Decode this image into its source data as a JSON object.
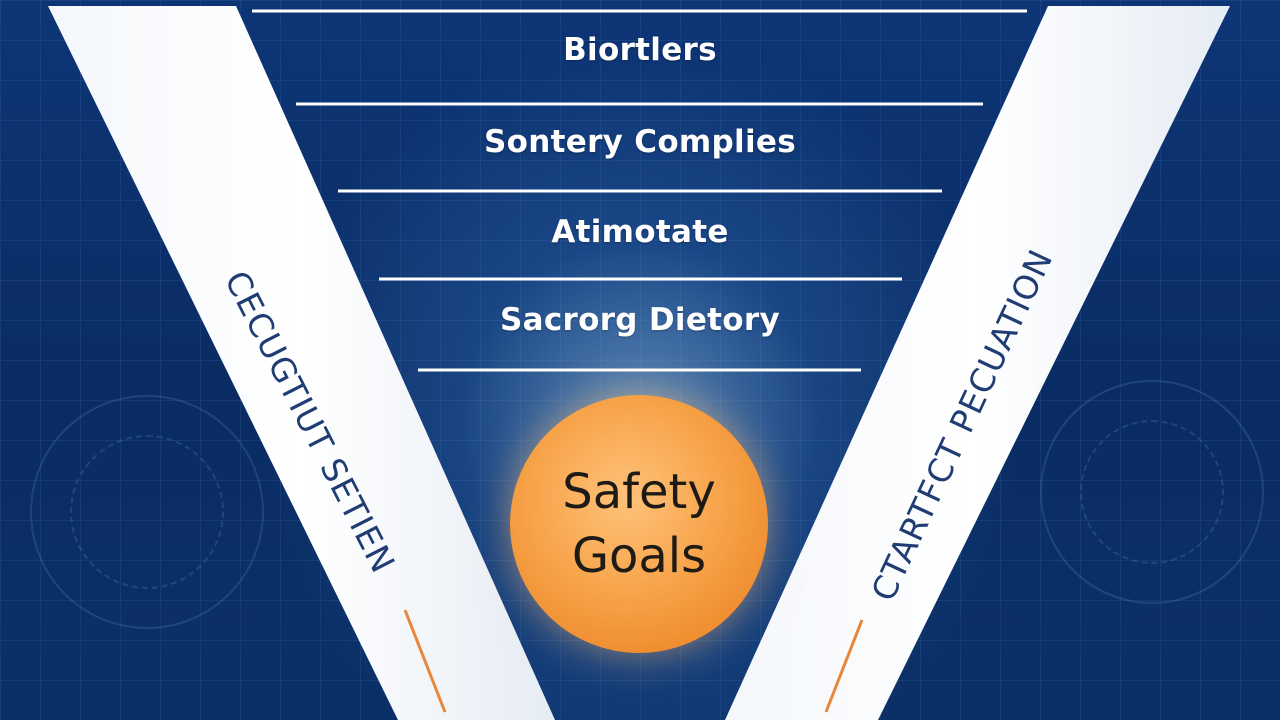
{
  "diagram": {
    "levels": [
      {
        "label": "Biortlers"
      },
      {
        "label": "Sontery Complies"
      },
      {
        "label": "Atimotate"
      },
      {
        "label": "Sacrorg Dietory"
      }
    ],
    "core": {
      "line1": "Safety",
      "line2": "Goals"
    },
    "left_arm_label": "CECUGTIUT SETIEN",
    "right_arm_label": "CTARTFCT PECUATION"
  },
  "colors": {
    "background": "#0b2f66",
    "arm_fill": "#ffffff",
    "arm_text": "#1f3c73",
    "core_fill": "#f7a44a",
    "accent_line": "#e8873a"
  }
}
